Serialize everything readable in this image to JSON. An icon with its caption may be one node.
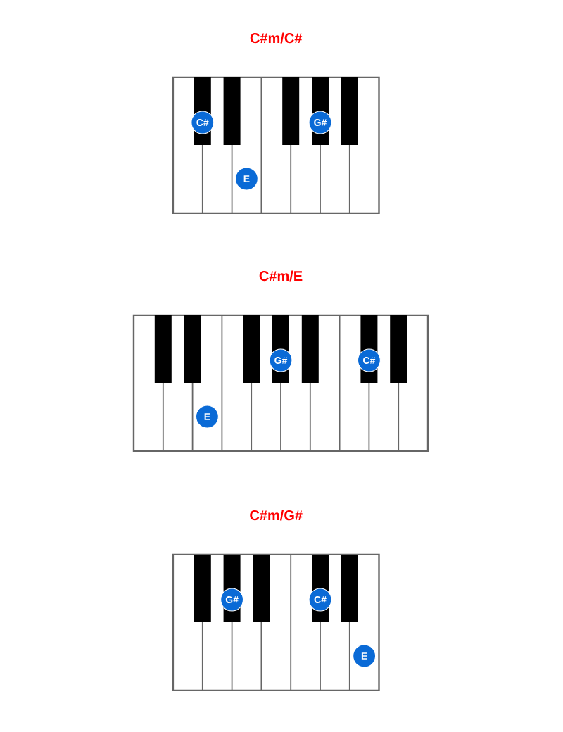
{
  "diagram": {
    "nodes": [
      {
        "text": [
          "C#m/C#"
        ]
      },
      {
        "text": [
          "C#"
        ],
        "in": 0
      },
      {
        "text": [
          "E"
        ],
        "in": 0
      },
      {
        "text": [
          "G#"
        ],
        "in": 0
      },
      {
        "text": [
          "C#m/E"
        ]
      },
      {
        "text": [
          "E"
        ],
        "in": 4
      },
      {
        "text": [
          "G#"
        ],
        "in": 4
      },
      {
        "text": [
          "C#"
        ],
        "in": 4
      },
      {
        "text": [
          "C#m/G#"
        ]
      },
      {
        "text": [
          "G#"
        ],
        "in": 8
      },
      {
        "text": [
          "C#"
        ],
        "in": 8
      },
      {
        "text": [
          "E"
        ],
        "in": 8
      }
    ]
  }
}
